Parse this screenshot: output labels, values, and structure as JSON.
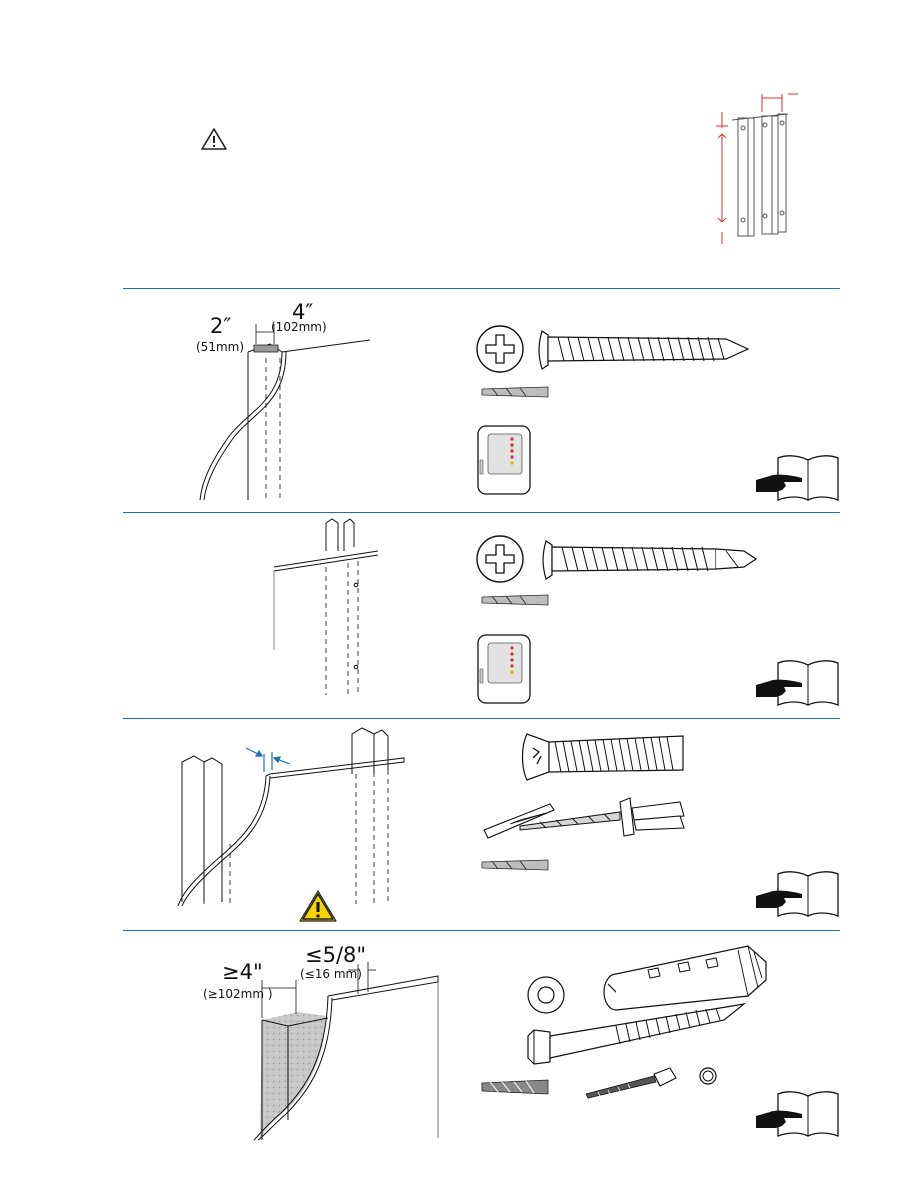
{
  "page": {
    "background": "#ffffff",
    "accent_line_color": "#1d6fb8",
    "warning_yellow": "#f5d400"
  },
  "header": {
    "caution_icon": "caution-triangle-outline-icon",
    "stud_diagram_icon": "stud-spacing-dimension-icon"
  },
  "sections": [
    {
      "dim_a": "2″",
      "dim_a_metric": "(51mm)",
      "dim_b": "4″",
      "dim_b_metric": "(102mm)",
      "fastener": "phillips-wood-screw-icon",
      "drill": "drill-bit-icon",
      "detector": "stud-finder-icon",
      "manual": "see-manual-icon"
    },
    {
      "fastener": "phillips-self-drilling-screw-icon",
      "drill": "drill-bit-icon",
      "detector": "stud-finder-icon",
      "manual": "see-manual-icon"
    },
    {
      "fastener": "toggle-bolt-icon",
      "anchor": "toggle-wing-anchor-icon",
      "drill": "drill-bit-icon",
      "warning": "warning-triangle-icon",
      "manual": "see-manual-icon"
    },
    {
      "dim_a": "≥4\"",
      "dim_a_metric": "(≥102mm )",
      "dim_b": "≤5/8\"",
      "dim_b_metric": "(≤16 mm)",
      "washer": "washer-icon",
      "anchor": "masonry-sleeve-anchor-icon",
      "fastener": "lag-bolt-icon",
      "drill": "masonry-drill-bit-icon",
      "tool": "socket-wrench-icon",
      "manual": "see-manual-icon"
    }
  ]
}
